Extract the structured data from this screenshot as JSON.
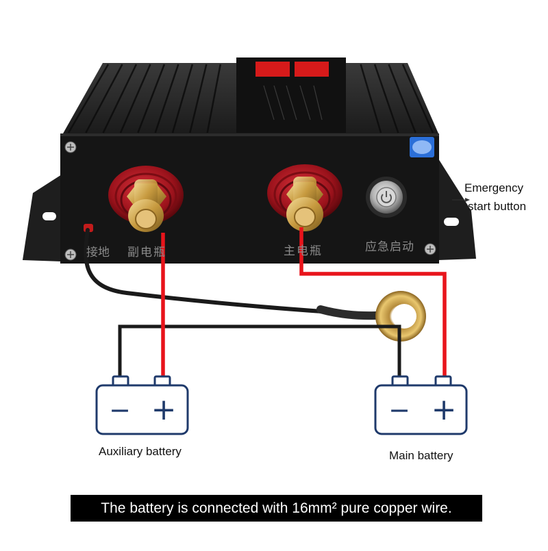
{
  "device": {
    "terminal_ground_label": "接地",
    "terminal_auxiliary_label": "副电瓶",
    "terminal_main_label": "主电瓶",
    "emergency_start_label": "应急启动"
  },
  "callouts": {
    "emergency_line1": "Emergency",
    "emergency_line2": "start button"
  },
  "batteries": {
    "auxiliary": {
      "label": "Auxiliary battery",
      "negative_symbol": "−",
      "positive_symbol": "+"
    },
    "main": {
      "label": "Main battery",
      "negative_symbol": "−",
      "positive_symbol": "+"
    }
  },
  "footer": {
    "caption": "The battery is connected with 16mm² pure copper wire."
  },
  "colors": {
    "positive_wire": "#e8141b",
    "negative_wire": "#1a1a1a",
    "battery_outline": "#1f3a6b",
    "device_body": "#151515",
    "terminal_red": "#a3141c",
    "brass": "#c8a24a"
  }
}
